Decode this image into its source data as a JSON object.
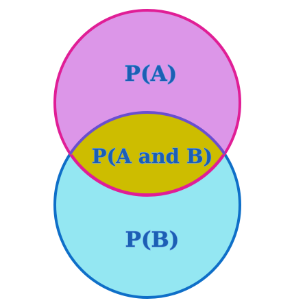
{
  "diagram": {
    "type": "venn",
    "sets": [
      {
        "id": "A",
        "label": "P(A)",
        "fill_color": "#dc96e8",
        "stroke_color": "#e01e96"
      },
      {
        "id": "B",
        "label": "P(B)",
        "fill_color": "#94e7f2",
        "stroke_color": "#0f6fc8"
      }
    ],
    "intersection": {
      "label": "P(A and B)",
      "fill_color": "#cdbd00",
      "stroke_color": "#6a4fd0"
    },
    "label_color": "#1b5fb4",
    "label_outline_color": "#6b9fe3"
  }
}
